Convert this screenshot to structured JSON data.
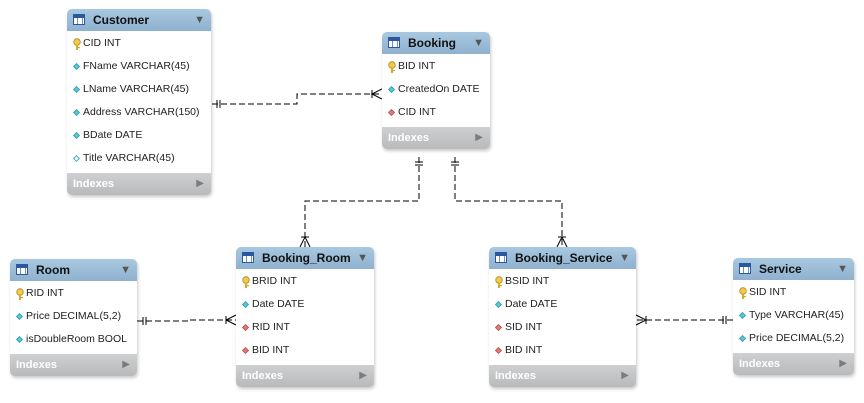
{
  "diagram": {
    "indexes_label": "Indexes",
    "collapse_glyph": "▼",
    "expand_glyph": "▶",
    "icons": {
      "table": "table-icon",
      "primary_key": "key-icon",
      "column": "diamond-icon",
      "foreign_key": "diamond-icon"
    },
    "colors": {
      "header": "#9dbdd8",
      "column_marker": "#5ec8d6",
      "foreign_key_marker": "#e07d7d",
      "key_marker": "#f2c94c"
    }
  },
  "tables": [
    {
      "id": "customer",
      "name": "Customer",
      "columns": [
        {
          "text": "CID INT",
          "kind": "pk"
        },
        {
          "text": "FName VARCHAR(45)",
          "kind": "nn"
        },
        {
          "text": "LName VARCHAR(45)",
          "kind": "nn"
        },
        {
          "text": "Address VARCHAR(150)",
          "kind": "nn"
        },
        {
          "text": "BDate DATE",
          "kind": "nn"
        },
        {
          "text": "Title VARCHAR(45)",
          "kind": "null"
        }
      ]
    },
    {
      "id": "booking",
      "name": "Booking",
      "columns": [
        {
          "text": "BID INT",
          "kind": "pk"
        },
        {
          "text": "CreatedOn DATE",
          "kind": "nn"
        },
        {
          "text": "CID INT",
          "kind": "fk"
        }
      ]
    },
    {
      "id": "room",
      "name": "Room",
      "columns": [
        {
          "text": "RID INT",
          "kind": "pk"
        },
        {
          "text": "Price DECIMAL(5,2)",
          "kind": "nn"
        },
        {
          "text": "isDoubleRoom BOOL",
          "kind": "nn"
        }
      ]
    },
    {
      "id": "booking_room",
      "name": "Booking_Room",
      "columns": [
        {
          "text": "BRID INT",
          "kind": "pk"
        },
        {
          "text": "Date DATE",
          "kind": "nn"
        },
        {
          "text": "RID INT",
          "kind": "fk"
        },
        {
          "text": "BID INT",
          "kind": "fk"
        }
      ]
    },
    {
      "id": "booking_service",
      "name": "Booking_Service",
      "columns": [
        {
          "text": "BSID INT",
          "kind": "pk"
        },
        {
          "text": "Date DATE",
          "kind": "nn"
        },
        {
          "text": "SID INT",
          "kind": "fk"
        },
        {
          "text": "BID INT",
          "kind": "fk"
        }
      ]
    },
    {
      "id": "service",
      "name": "Service",
      "columns": [
        {
          "text": "SID INT",
          "kind": "pk"
        },
        {
          "text": "Type VARCHAR(45)",
          "kind": "nn"
        },
        {
          "text": "Price DECIMAL(5,2)",
          "kind": "nn"
        }
      ]
    }
  ],
  "relationships": [
    {
      "from": "customer",
      "to": "booking",
      "cardinality": "one-to-many"
    },
    {
      "from": "booking",
      "to": "booking_room",
      "cardinality": "one-to-many"
    },
    {
      "from": "booking",
      "to": "booking_service",
      "cardinality": "one-to-many"
    },
    {
      "from": "room",
      "to": "booking_room",
      "cardinality": "one-to-many"
    },
    {
      "from": "service",
      "to": "booking_service",
      "cardinality": "one-to-many"
    }
  ]
}
